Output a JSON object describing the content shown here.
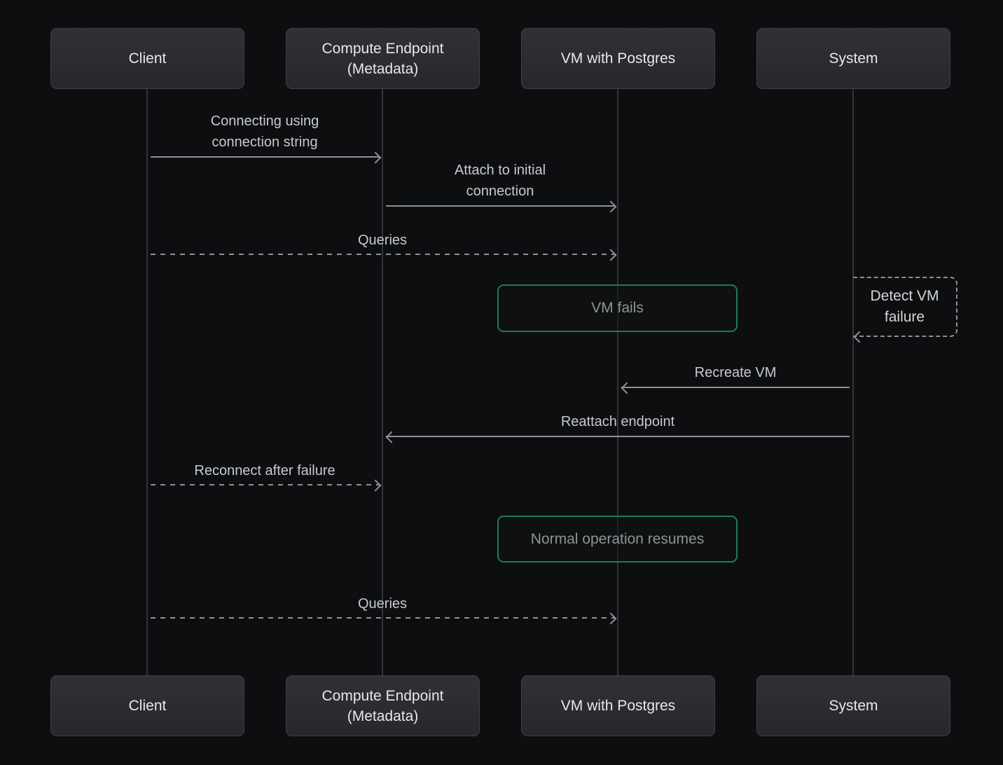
{
  "diagram": {
    "type": "sequence-diagram",
    "actors": [
      {
        "id": "client",
        "label": "Client"
      },
      {
        "id": "compute-endpoint",
        "label": "Compute Endpoint (Metadata)"
      },
      {
        "id": "vm-postgres",
        "label": "VM with Postgres"
      },
      {
        "id": "system",
        "label": "System"
      }
    ],
    "messages": [
      {
        "kind": "arrow",
        "from": "Client",
        "to": "Compute Endpoint (Metadata)",
        "style": "solid",
        "direction": "right",
        "label": "Connecting using connection string"
      },
      {
        "kind": "arrow",
        "from": "Compute Endpoint (Metadata)",
        "to": "VM with Postgres",
        "style": "solid",
        "direction": "right",
        "label": "Attach to initial connection"
      },
      {
        "kind": "arrow",
        "from": "Client",
        "to": "VM with Postgres",
        "style": "dashed",
        "direction": "right",
        "label": "Queries"
      },
      {
        "kind": "note",
        "over": "VM with Postgres",
        "label": "VM fails"
      },
      {
        "kind": "self-note",
        "actor": "System",
        "style": "dashed",
        "label": "Detect VM failure"
      },
      {
        "kind": "arrow",
        "from": "System",
        "to": "VM with Postgres",
        "style": "solid",
        "direction": "left",
        "label": "Recreate VM"
      },
      {
        "kind": "arrow",
        "from": "System",
        "to": "Compute Endpoint (Metadata)",
        "style": "solid",
        "direction": "left",
        "label": "Reattach endpoint"
      },
      {
        "kind": "arrow",
        "from": "Client",
        "to": "Compute Endpoint (Metadata)",
        "style": "dashed",
        "direction": "right",
        "label": "Reconnect after failure"
      },
      {
        "kind": "note",
        "over": "VM with Postgres",
        "label": "Normal operation resumes"
      },
      {
        "kind": "arrow",
        "from": "Client",
        "to": "VM with Postgres",
        "style": "dashed",
        "direction": "right",
        "label": "Queries"
      }
    ]
  },
  "colors": {
    "background": "#0d0e0f",
    "actor_border": "#3e4046",
    "actor_text": "#e6e8eb",
    "lifeline": "#323437",
    "arrow": "#8e9196",
    "message_text": "#c7cacf",
    "note_border": "#217a58",
    "note_text": "#8f939a",
    "self_note_text": "#d2d5d9"
  }
}
